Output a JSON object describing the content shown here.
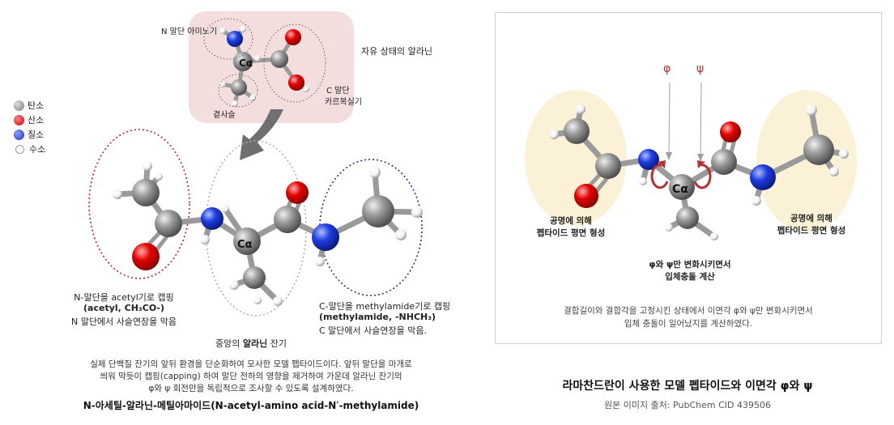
{
  "legend": [
    {
      "label": "탄소",
      "color": "#8c8c8c"
    },
    {
      "label": "산소",
      "color": "#e01010"
    },
    {
      "label": "질소",
      "color": "#2040d0"
    },
    {
      "label": "수소",
      "color": "#ffffff"
    }
  ],
  "left": {
    "inset": {
      "n_terminal": "N 말단 아미노기",
      "free_alanine": "자유 상태의 알라닌",
      "c_terminal_1": "C 말단",
      "c_terminal_2": "카르복실기",
      "side_chain": "곁사슬",
      "calpha": "Cα"
    },
    "calpha": "Cα",
    "acetyl": {
      "line1": "N-말단을 acetyl기로 캡핑",
      "line2": "(acetyl,  CH₃CO-)",
      "line3": "N 말단에서 사슬연장을 막음"
    },
    "methylamide": {
      "line1": "C-말단을 methylamide기로 캡핑",
      "line2": "(methylamide,  -NHCH₃)",
      "line3": "C 말단에서 사슬연장을 막음."
    },
    "center": {
      "prefix": "중앙의 ",
      "bold": "알라닌",
      "suffix": " 잔기"
    },
    "description": [
      "실제 단백질 잔기의 앞뒤 환경을 단순화하여 모사한 모델 펩타이드이다.  앞뒤 말단을 마개로",
      "씌워 막듯이 캡핑(capping) 하여 말단 전하의 영향을 제거하여  가운데 알라닌 잔기의",
      "φ와 ψ 회전만을 독립적으로 조사할 수 있도록 설계하였다."
    ],
    "title": "N-아세틸-알라닌-메틸아마이드(N-acetyl-amino acid-N′-methylamide)"
  },
  "right": {
    "phi": "φ",
    "psi": "ψ",
    "calpha": "Cα",
    "left_label": [
      "공명에 의해",
      "펩타이드 평면 형성"
    ],
    "right_label": [
      "공명에 의해",
      "펩타이드 평면 형성"
    ],
    "center_label": [
      "φ와 ψ만 변화시키면서",
      "입체충돌 계산"
    ],
    "caption": [
      "결합길이와 결합각을 고정시킨 상태에서 이면각 φ와 ψ만 변화시키면서",
      "입체 충돌이 일어났지를 계산하였다."
    ]
  },
  "footer": {
    "title": "라마찬드란이 사용한 모델 펩타이드와 이면각 φ와 ψ",
    "source": "원본 이미지 출처: PubChem CID 439506"
  },
  "colors": {
    "carbon": "#8c8c8c",
    "oxygen": "#e01010",
    "nitrogen": "#2040d0",
    "hydrogen": "#ffffff",
    "inset_bg": "#f3dedd",
    "plane_bg": "#fbf1d6",
    "acetyl_ring": "#c0222a",
    "methyl_ring": "#1f3a78",
    "arrow_red": "#b83030"
  }
}
